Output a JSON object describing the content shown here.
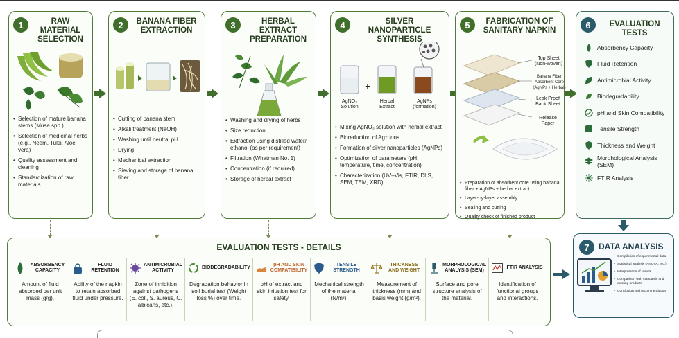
{
  "colors": {
    "green": "#3f6f2a",
    "teal": "#2b5b6b",
    "border": "#4f7a3a"
  },
  "stages": [
    {
      "num": "1",
      "title": "RAW MATERIAL SELECTION",
      "bullets": [
        "Selection of mature banana stems (Musa spp.)",
        "Selection of medicinal herbs (e.g., Neem, Tulsi, Aloe vera)",
        "Quality assessment and cleaning",
        "Standardization of raw materials"
      ]
    },
    {
      "num": "2",
      "title": "BANANA FIBER EXTRACTION",
      "bullets": [
        "Cutting of banana stem",
        "Alkali treatment (NaOH)",
        "Washing until neutral pH",
        "Drying",
        "Mechanical extraction",
        "Sieving and storage of banana fiber"
      ]
    },
    {
      "num": "3",
      "title": "HERBAL EXTRACT PREPARATION",
      "bullets": [
        "Washing and drying of herbs",
        "Size reduction",
        "Extraction using distilled water/ ethanol (as per requirement)",
        "Filtration (Whatman No. 1)",
        "Concentration (if required)",
        "Storage of herbal extract"
      ]
    },
    {
      "num": "4",
      "title": "SILVER NANOPARTICLE SYNTHESIS",
      "bullets": [
        "Mixing AgNO₃ solution with herbal extract",
        "Bioreduction of Ag⁺ ions",
        "Formation of silver nanoparticles (AgNPs)",
        "Optimization of parameters (pH, temperature, time, concentration)",
        "Characterization (UV–Vis, FTIR, DLS, SEM, TEM, XRD)"
      ]
    },
    {
      "num": "5",
      "title": "FABRICATION OF SANITARY NAPKIN",
      "bullets": [
        "Preparation of absorbent core using banana fiber + AgNPs + herbal extract",
        "Layer-by-layer assembly",
        "Sealing and cutting",
        "Quality check of finished product"
      ]
    }
  ],
  "synthesis_labels": {
    "agno3": "AgNO₃ Solution",
    "plus": "+",
    "herbal": "Herbal Extract",
    "agnps": "AgNPs (formation)"
  },
  "napkin_layers": {
    "top": "Top Sheet (Non-woven)",
    "core": "Banana Fiber Absorbent Core (AgNPs + Herbal)",
    "back": "Leak Proof Back Sheet",
    "release": "Release Paper"
  },
  "evaluation": {
    "num": "6",
    "title": "EVALUATION TESTS",
    "items": [
      "Absorbency Capacity",
      "Fluid Retention",
      "Antimicrobial Activity",
      "Biodegradability",
      "pH and Skin Compatibility",
      "Tensile Strength",
      "Thickness and Weight",
      "Morphological Analysis (SEM)",
      "FTIR Analysis"
    ]
  },
  "details": {
    "title": "EVALUATION TESTS - DETAILS",
    "cols": [
      {
        "name": "ABSORBENCY CAPACITY",
        "desc": "Amount of fluid absorbed per unit mass (g/g)."
      },
      {
        "name": "FLUID RETENTION",
        "desc": "Ability of the napkin to retain absorbed fluid under pressure."
      },
      {
        "name": "ANTIMICROBIAL ACTIVITY",
        "desc": "Zone of inhibition against pathogens (E. coli, S. aureus, C. albicans, etc.)."
      },
      {
        "name": "BIODEGRADABILITY",
        "desc": "Degradation behavior in soil burial test (Weight loss %) over time."
      },
      {
        "name": "pH AND SKIN COMPATIBILITY",
        "desc": "pH of extract and skin irritation test for safety."
      },
      {
        "name": "TENSILE STRENGTH",
        "desc": "Mechanical strength of the material (N/m²)."
      },
      {
        "name": "THICKNESS AND WEIGHT",
        "desc": "Measurement of thickness (mm) and basis weight (g/m²)."
      },
      {
        "name": "MORPHOLOGICAL ANALYSIS (SEM)",
        "desc": "Surface and pore structure analysis of the material."
      },
      {
        "name": "FTIR ANALYSIS",
        "desc": "Identification of functional groups and interactions."
      }
    ]
  },
  "analysis": {
    "num": "7",
    "title": "DATA ANALYSIS",
    "items": [
      "Compilation of experimental data",
      "Statistical analysis (ANOVA, etc.)",
      "Interpretation of results",
      "Comparison with standards and existing products",
      "Conclusion and recommendation"
    ]
  }
}
